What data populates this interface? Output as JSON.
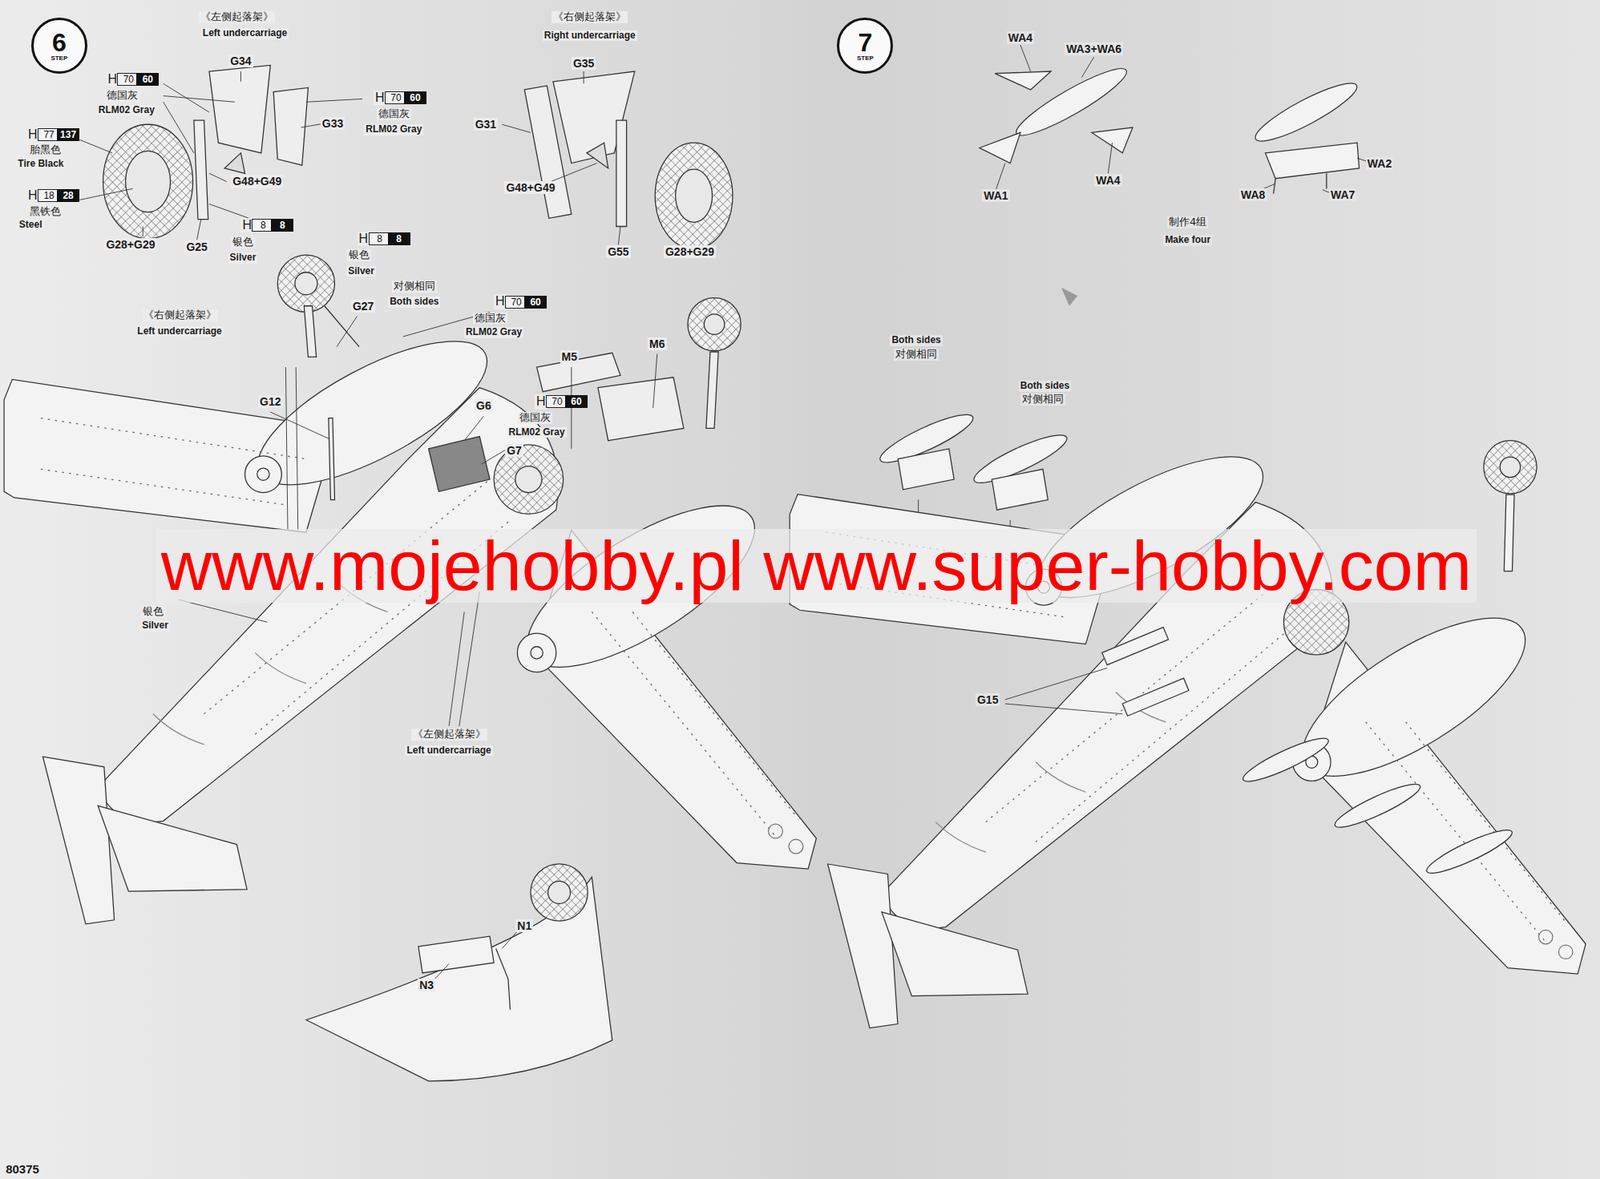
{
  "diagram": {
    "nodes": [
      {
        "text": [
          "6",
          "STEP"
        ]
      },
      {
        "text": [
          "7",
          "STEP"
        ]
      }
    ],
    "labels": [
      "《左侧起落架》",
      "Left undercarriage",
      "《右侧起落架》",
      "Right undercarriage",
      "H",
      "70",
      "60",
      "德国灰",
      "RLM02 Gray",
      "H",
      "77",
      "137",
      "胎黑色",
      "Tire Black",
      "H",
      "18",
      "28",
      "黑铁色",
      "Steel",
      "G34",
      "G33",
      "H",
      "70",
      "60",
      "德国灰",
      "RLM02 Gray",
      "G48+G49",
      "G28+G29",
      "G25",
      "H",
      "8",
      "8",
      "银色",
      "Silver",
      "G35",
      "G31",
      "G48+G49",
      "G55",
      "G28+G29",
      "H",
      "8",
      "8",
      "银色",
      "Silver",
      "对侧相同",
      "Both sides",
      "《右侧起落架》",
      "Left undercarriage",
      "G27",
      "H",
      "70",
      "60",
      "德国灰",
      "RLM02 Gray",
      "G12",
      "M5",
      "M6",
      "G6",
      "H",
      "70",
      "60",
      "德国灰",
      "RLM02 Gray",
      "G7",
      "银色",
      "Silver",
      "《左侧起落架》",
      "Left undercarriage",
      "N1",
      "N3",
      "80375",
      "WA4",
      "WA3+WA6",
      "WA1",
      "WA4",
      "WA2",
      "WA8",
      "WA7",
      "制作4组",
      "Make four",
      "Both sides",
      "对侧相同",
      "Both sides",
      "对侧相同",
      "G15",
      "www.mojehobby.pl www.super-hobby.com"
    ]
  }
}
